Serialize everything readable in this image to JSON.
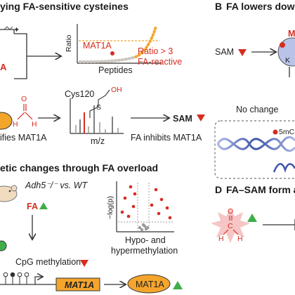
{
  "panel_a": {
    "heading": "ying FA-sensitive cysteines",
    "chart": {
      "ylabel": "Ratio",
      "xlabel": "Peptides",
      "point_label": "MAT1A",
      "threshold_label": "Ratio > 3",
      "threshold_sublabel": "FA-reactive"
    },
    "cys_label": "Cys120",
    "oh_label": "OH",
    "s_label": "S",
    "ms_xlabel": "m/z",
    "formaldehyde_O": "O",
    "formaldehyde_H1": "H",
    "formaldehyde_H2": "H",
    "modifies_text": "ifies MAT1A",
    "sam_label": "SAM",
    "inhibits_text": "FA inhibits MAT1A",
    "letter_fragment": "A"
  },
  "panel_b": {
    "letter": "B",
    "heading": "FA lowers dow",
    "sam_label": "SAM",
    "no_change": "No change",
    "methyl_label": "5mC",
    "cut_letter": "M",
    "protein_fragment": "K"
  },
  "panel_c": {
    "heading": "etic changes through FA overload",
    "genotype": "Adh5⁻/⁻ vs. WT",
    "fa_label": "FA",
    "volcano_ylabel": "−log(p)",
    "volcano_caption_1": "Hypo- and",
    "volcano_caption_2": "hypermethylation",
    "cpg_label": "CpG methylation",
    "gene_label": "MAT1A",
    "protein_label": "MAT1A"
  },
  "panel_d": {
    "letter": "D",
    "heading": "FA–SAM form a",
    "O": "O",
    "C": "C",
    "H1": "H",
    "H2": "H"
  },
  "colors": {
    "red": "#d62d20",
    "green": "#3fae49",
    "orange": "#f4a52b",
    "gray": "#9a9a9a",
    "dna_blue": "#3f56a8",
    "burst_pink": "#f6c5c5"
  }
}
